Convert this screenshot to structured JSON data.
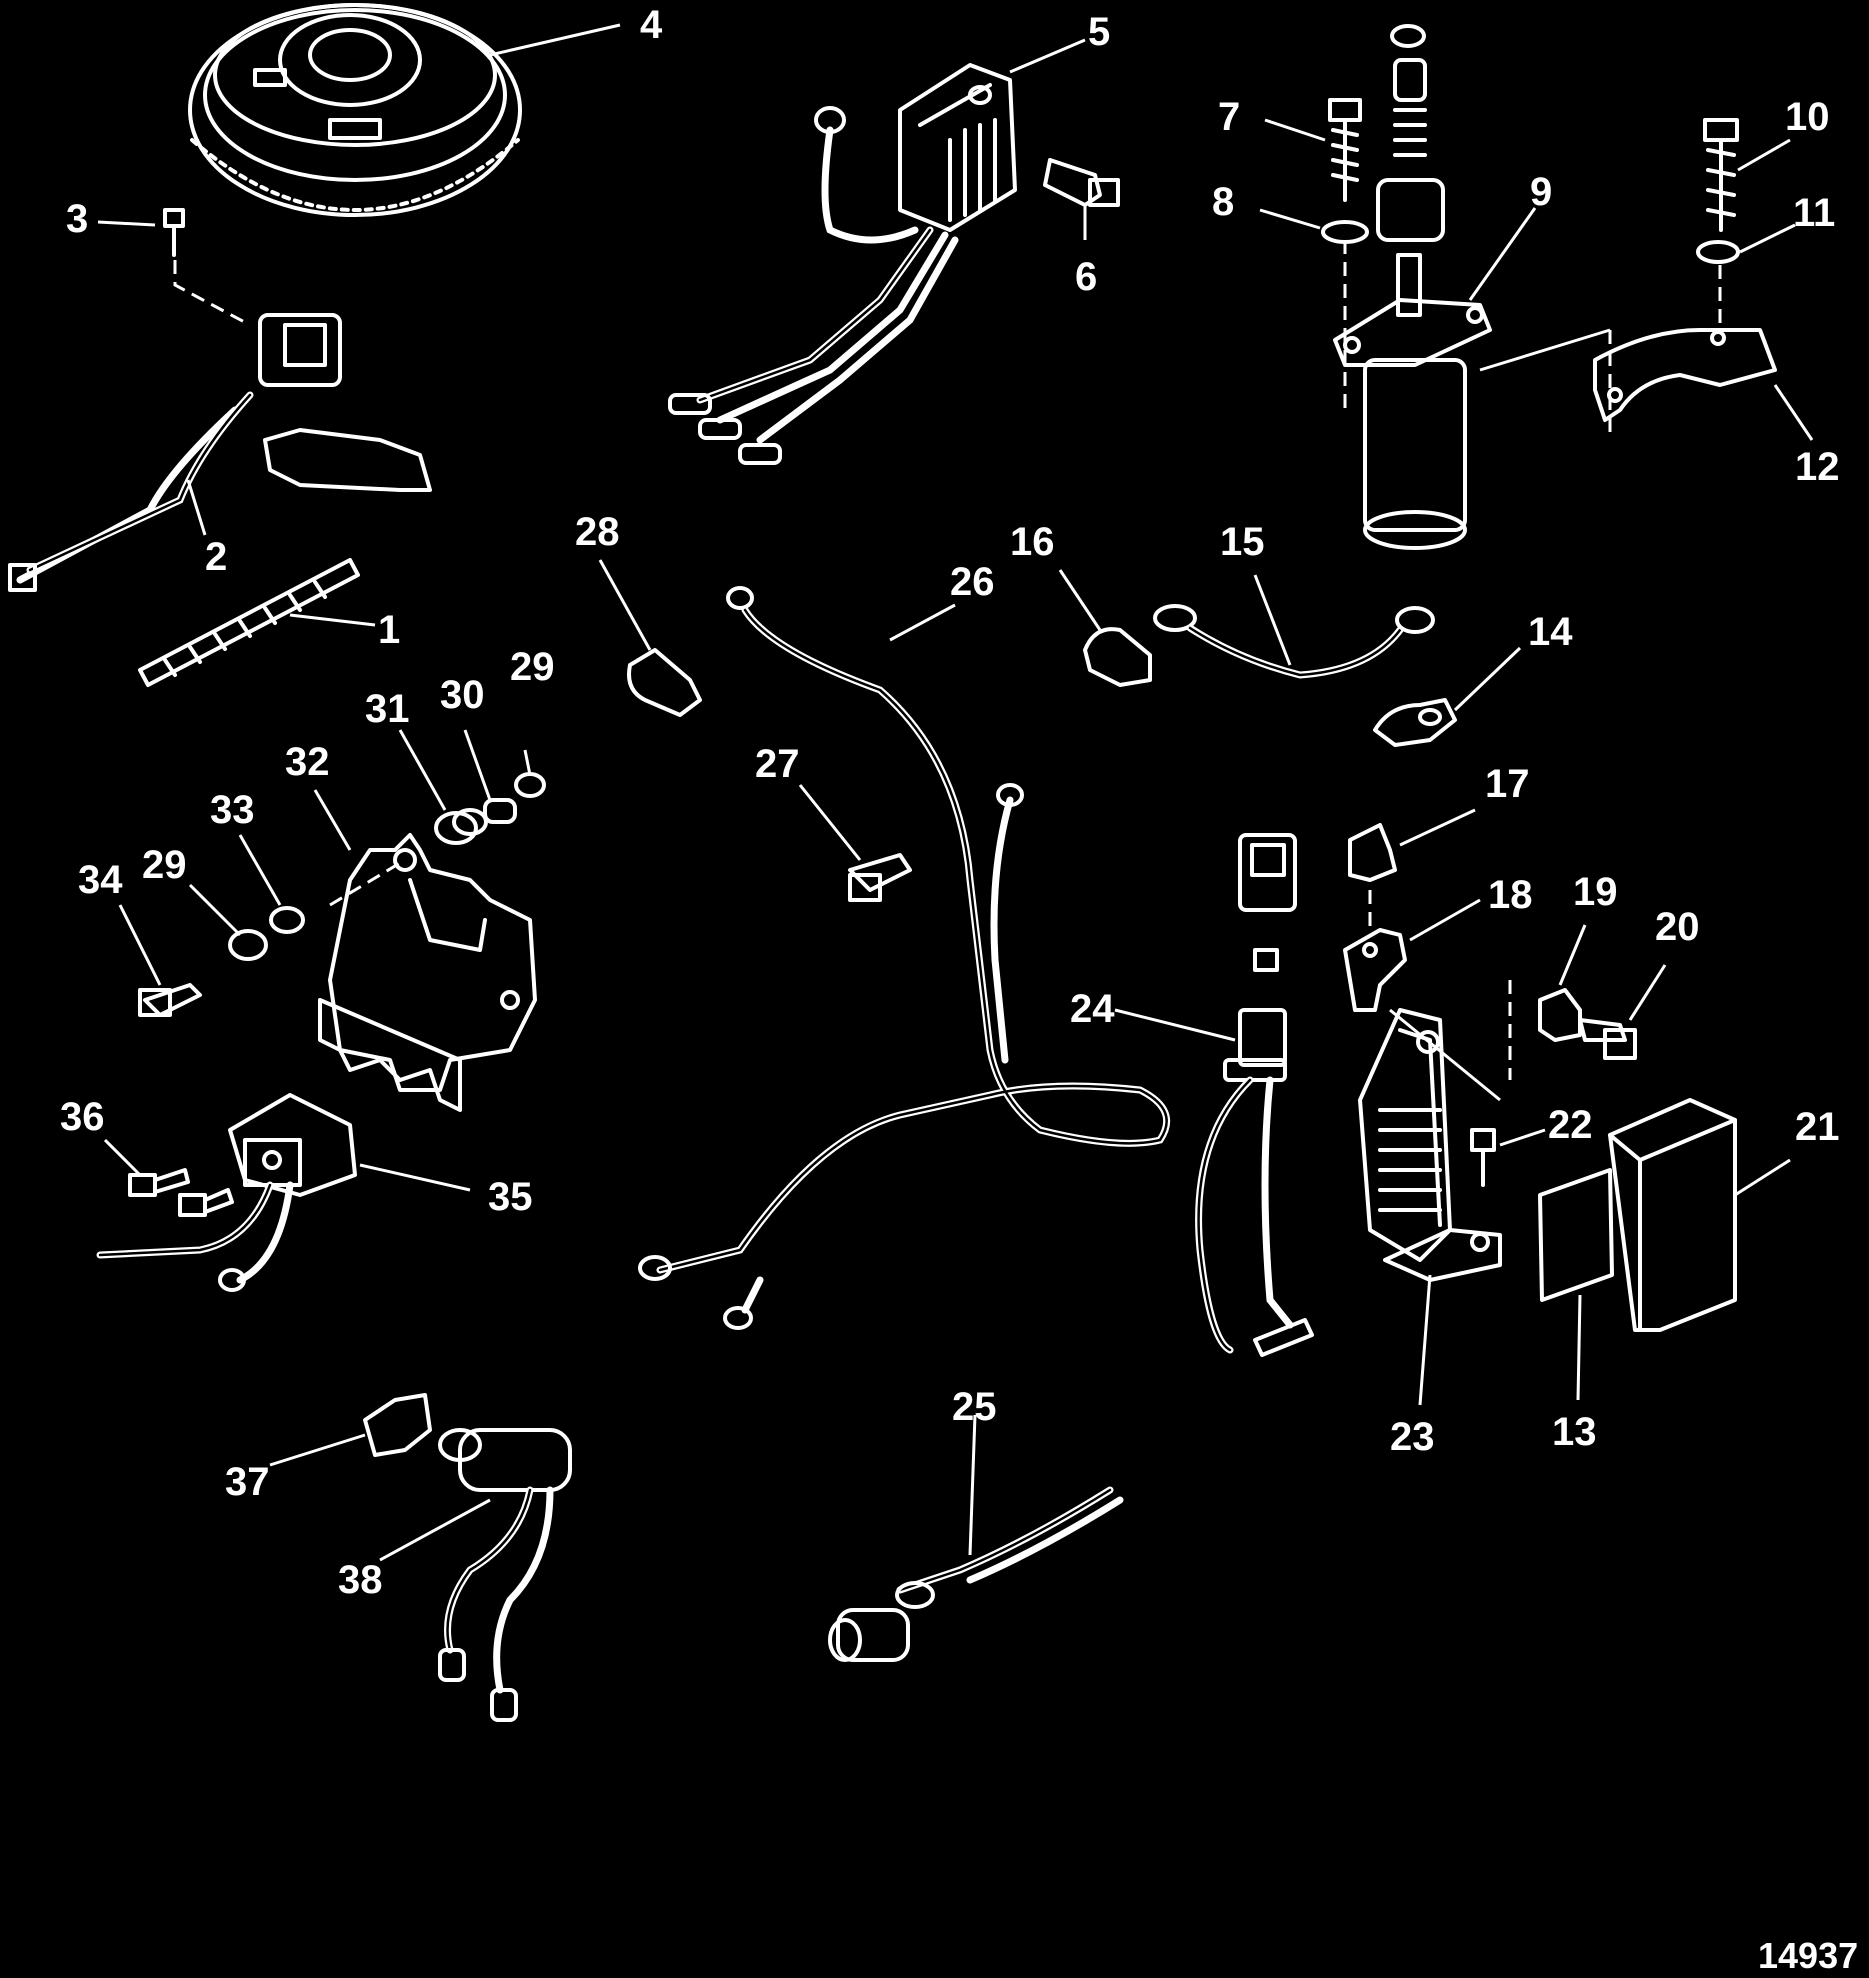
{
  "figure_number": "14937",
  "callouts": [
    "1",
    "2",
    "3",
    "4",
    "5",
    "6",
    "7",
    "8",
    "9",
    "10",
    "11",
    "12",
    "13",
    "14",
    "15",
    "16",
    "17",
    "18",
    "19",
    "20",
    "21",
    "22",
    "23",
    "24",
    "25",
    "26",
    "27",
    "28",
    "29",
    "29",
    "30",
    "31",
    "32",
    "33",
    "34",
    "35",
    "36",
    "37",
    "38"
  ],
  "colors": {
    "background": "#000000",
    "line": "#ffffff"
  }
}
